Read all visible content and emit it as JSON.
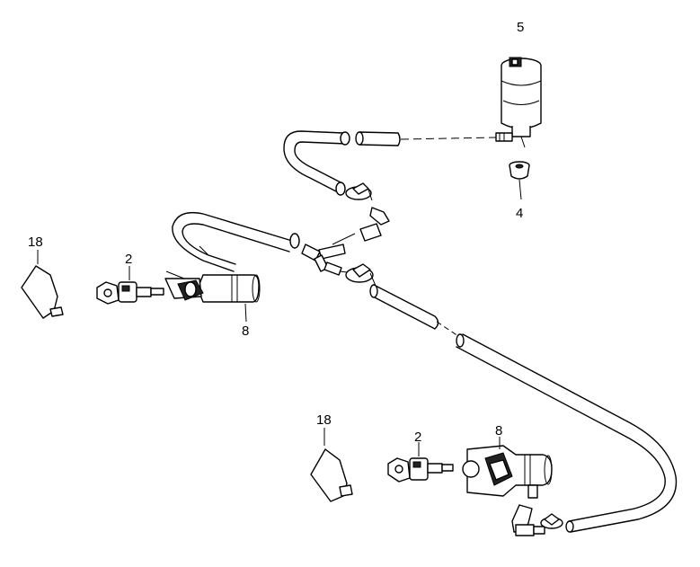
{
  "callouts": {
    "part_5": "5",
    "part_4": "4",
    "part_18_left": "18",
    "part_2_left": "2",
    "part_8_left": "8",
    "part_18_right": "18",
    "part_2_right": "2",
    "part_8_right": "8"
  }
}
